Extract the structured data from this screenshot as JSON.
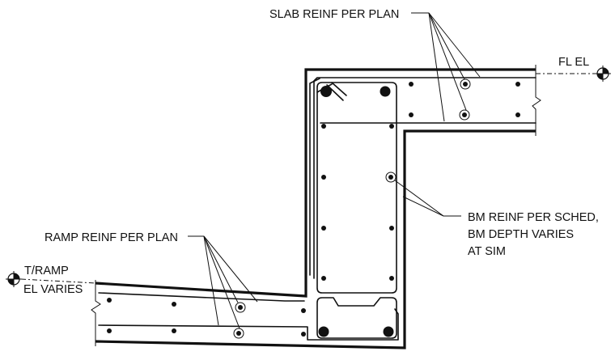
{
  "labels": {
    "slab_reinf": "SLAB REINF PER PLAN",
    "fl_el": "FL EL",
    "bm_reinf_line1": "BM REINF PER SCHED,",
    "bm_reinf_line2": "BM DEPTH VARIES",
    "bm_reinf_line3": "AT SIM",
    "ramp_reinf": "RAMP REINF PER PLAN",
    "t_ramp": "T/RAMP",
    "el_varies": "EL VARIES"
  },
  "colors": {
    "ink": "#111111",
    "paper": "#ffffff"
  },
  "icons": [
    "elevation-marker-icon",
    "elevation-marker-icon",
    "break-line-icon",
    "rebar-dot-icon"
  ]
}
